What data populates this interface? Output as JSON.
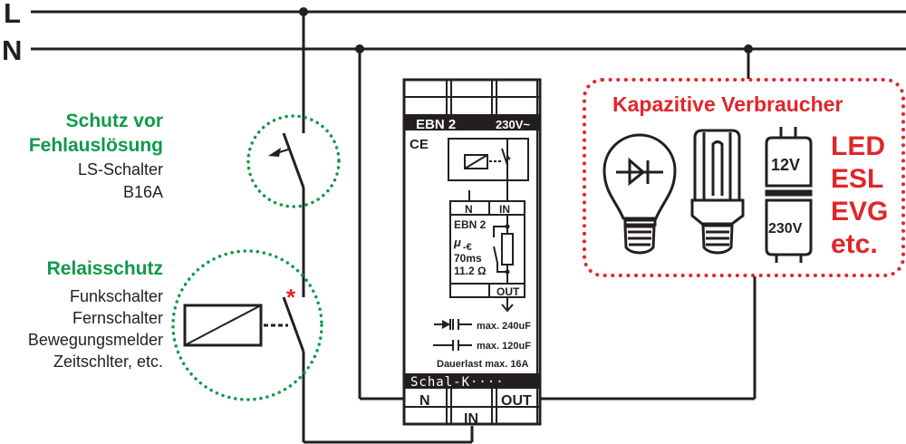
{
  "lines": {
    "phase_label": "L",
    "neutral_label": "N"
  },
  "left_labels": {
    "breaker": {
      "title_line1": "Schutz vor",
      "title_line2": "Fehlauslösung",
      "desc_line1": "LS-Schalter",
      "desc_line2": "B16A"
    },
    "relay": {
      "title": "Relaisschutz",
      "items": [
        "Funkschalter",
        "Fernschalter",
        "Bewegungsmelder",
        "Zeitschlter, etc."
      ]
    },
    "relay_marker": "*"
  },
  "device": {
    "name": "EBN 2",
    "voltage": "230V~",
    "ce_mark": "CE",
    "inner_marker": "*",
    "inner_terminal_n": "N",
    "inner_terminal_in": "IN",
    "inner_terminal_out": "OUT",
    "inner_name": "EBN 2",
    "inner_mu": "μ",
    "inner_time": "70ms",
    "inner_resistance": "11.2 Ω",
    "spec_diode_cap": "max. 240uF",
    "spec_cap": "max. 120uF",
    "spec_continuous": "Dauerlast max. 16A",
    "brand": "Schal-K····",
    "terminal_n": "N",
    "terminal_in": "IN",
    "terminal_out": "OUT"
  },
  "loads": {
    "title": "Kapazitive Verbraucher",
    "transformer_top": "12V",
    "transformer_bottom": "230V",
    "types": [
      "LED",
      "ESL",
      "EVG",
      "etc."
    ]
  },
  "colors": {
    "green": "#0f9a48",
    "red": "#e0262b",
    "black": "#231f20"
  }
}
